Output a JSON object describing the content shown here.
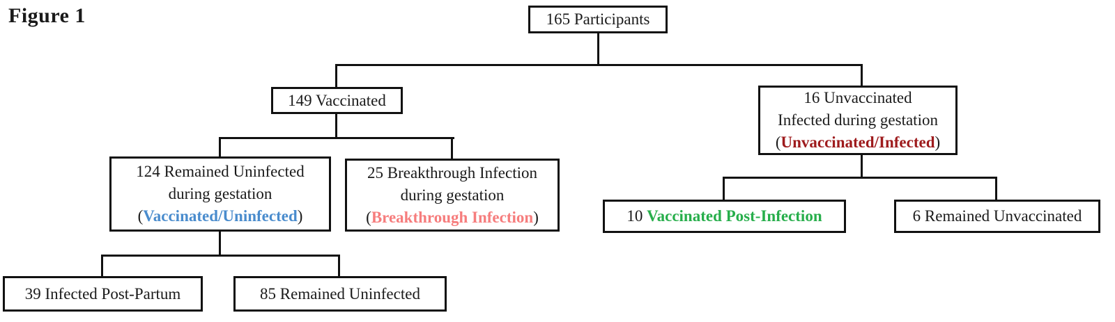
{
  "figure_label": "Figure 1",
  "colors": {
    "line": "#111111",
    "dark_red": "#9E1B1D",
    "blue": "#4A8CCD",
    "salmon": "#F67D7D",
    "green": "#27AE4B"
  },
  "nodes": {
    "participants": {
      "text": "165 Participants"
    },
    "vaccinated": {
      "text": "149 Vaccinated"
    },
    "unvaccinated_infected": {
      "line1": "16 Unvaccinated",
      "line2": "Infected during gestation",
      "paren_open": "(",
      "highlight": "Unvaccinated/Infected",
      "paren_close": ")"
    },
    "vaccinated_uninfected": {
      "line1": "124 Remained Uninfected",
      "line2": "during gestation",
      "paren_open": "(",
      "highlight": "Vaccinated/Uninfected",
      "paren_close": ")"
    },
    "breakthrough_infection": {
      "line1": "25 Breakthrough Infection",
      "line2": "during gestation",
      "paren_open": "(",
      "highlight": "Breakthrough Infection",
      "paren_close": ")"
    },
    "vaccinated_post_infection": {
      "prefix": "10 ",
      "highlight": "Vaccinated Post-Infection"
    },
    "remained_unvaccinated": {
      "text": "6 Remained Unvaccinated"
    },
    "infected_post_partum": {
      "text": "39 Infected Post-Partum"
    },
    "remained_uninfected": {
      "text": "85 Remained Uninfected"
    }
  }
}
